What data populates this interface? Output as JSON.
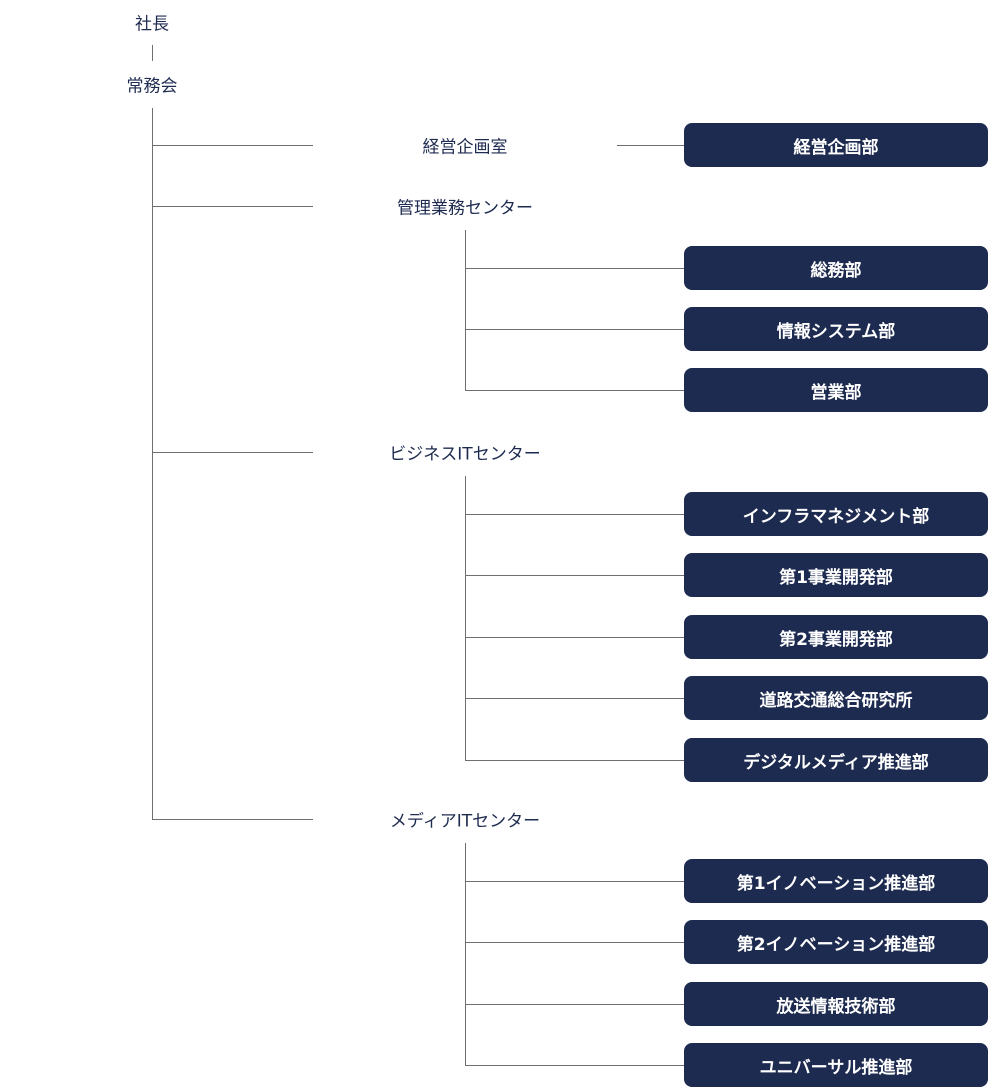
{
  "top": {
    "president": "社長",
    "board": "常務会"
  },
  "divisions": [
    {
      "name": "経営企画室",
      "departments": [
        "経営企画部"
      ]
    },
    {
      "name": "管理業務センター",
      "departments": [
        "総務部",
        "情報システム部",
        "営業部"
      ]
    },
    {
      "name": "ビジネスITセンター",
      "departments": [
        "インフラマネジメント部",
        "第1事業開発部",
        "第2事業開発部",
        "道路交通総合研究所",
        "デジタルメディア推進部"
      ]
    },
    {
      "name": "メディアITセンター",
      "departments": [
        "第1イノベーション推進部",
        "第2イノベーション推進部",
        "放送情報技術部",
        "ユニバーサル推進部"
      ]
    }
  ],
  "colors": {
    "navy": "#1e2b50",
    "line": "#6f6f6f",
    "dept_text": "#ffffff"
  }
}
